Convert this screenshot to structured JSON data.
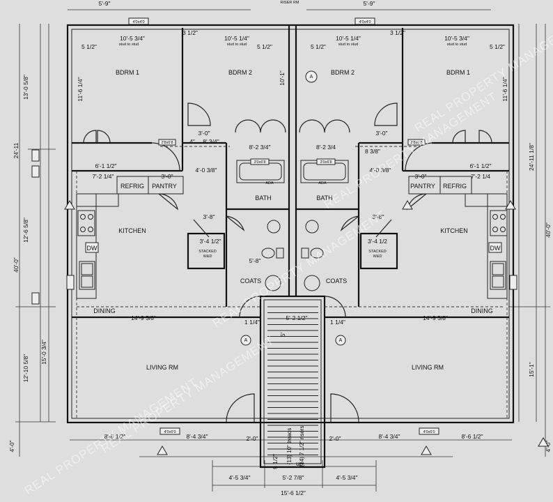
{
  "rooms": {
    "bdrm1": "BDRM 1",
    "bdrm2": "BDRM 2",
    "kitchen": "KITCHEN",
    "dining": "DINING",
    "living": "LIVING RM",
    "bath": "BATH",
    "refrig": "REFRIG",
    "pantry": "PANTRY",
    "coats": "COATS",
    "dw": "DW",
    "stacked": "STACKED",
    "wd": "W&D",
    "riser": "RISER RM",
    "stud": "stud to stud",
    "ada": "ADA",
    "up": "up"
  },
  "dims": {
    "d_5_9": "5'-9\"",
    "d_10_5_34": "10'-5 3/4\"",
    "d_10_5_14": "10'-5 1/4\"",
    "d_3_12": "3 1/2\"",
    "d_5_12": "5 1/2\"",
    "d_11_6_14": "11'-6 1/4\"",
    "d_10_1": "10'-1\"",
    "d_3_0": "3'-0\"",
    "d_8_3_4": "8' 3/4\"",
    "d_4": "4\"",
    "d_8_2_34": "8'-2 3/4\"",
    "d_8_2_34b": "8'-2 3/4",
    "d_6_1_12": "6'-1 1/2\"",
    "d_4_0_38": "4'-0 3/8\"",
    "d_7_2_14": "7'-2 1/4\"",
    "d_7_2_14b": "7'-2 1/4",
    "d_8_38": "8 3/8\"",
    "d_3_8": "3'-8\"",
    "d_3_4_12": "3'-4 1/2\"",
    "d_3_4_12b": "3'-4 1/2",
    "d_5_8": "5'-8\"",
    "d_14_9_58": "14'-9 5/8\"",
    "d_5_2_12": "5'-2 1/2\"",
    "d_1_14": "1 1/4\"",
    "d_5": "5'",
    "d_15_1": "15'-1\"",
    "d_8_6_12": "8'-6 1/2\"",
    "d_8_4_34": "8'-4 3/4\"",
    "d_2_0": "2'-0\"",
    "d_4_5_34": "4'-5 3/4\"",
    "d_5_2_78": "5'-2 7/8\"",
    "d_15_6_12": "15'-6 1/2\"",
    "d_9_12": "9 1/2\"",
    "d_13_0_58": "13'-0 5/8\"",
    "d_24_11": "24'-11",
    "d_12_6_58": "12'-6 5/8\"",
    "d_40_0": "40'-0\"",
    "d_12_10_58": "12'-10 5/8\"",
    "d_15_0_34": "15'-0 3/4\"",
    "d_4_0": "4'-0\"",
    "d_24_11_18": "24'-11 1/8\"",
    "d_6_1_12b": "6'-1 1/2\"",
    "d_10": "10'-",
    "d_10b": "10'",
    "d_3b": "3'-",
    "d_12": "1/2"
  },
  "stairs": {
    "treads": "(13) 10\" treads",
    "risers": "(14) 7 1/2\" risers"
  },
  "markers": {
    "a": "A",
    "one": "1"
  },
  "windows": {
    "w1": "4'0x4'0",
    "w2": "3'0x6'8",
    "w3": "2'8x6'8",
    "w4": "3'0x5'0",
    "w5": "4'0x6'0"
  },
  "watermark": "REAL PROPERTY MANAGEMENT"
}
